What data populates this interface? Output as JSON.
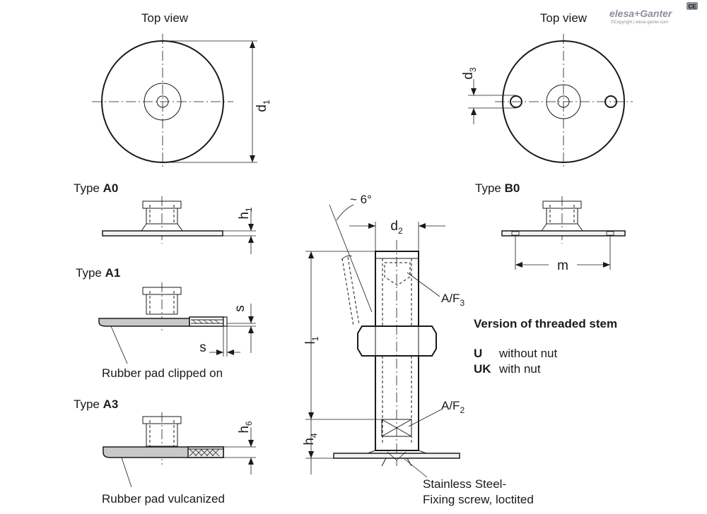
{
  "labels": {
    "top_view_left": "Top view",
    "top_view_right": "Top view",
    "type_a0_prefix": "Type ",
    "type_a0_code": "A0",
    "type_a1_prefix": "Type ",
    "type_a1_code": "A1",
    "type_a3_prefix": "Type ",
    "type_a3_code": "A3",
    "type_b0_prefix": "Type ",
    "type_b0_code": "B0",
    "rubber_clipped": "Rubber pad clipped on",
    "rubber_vulcanized": "Rubber pad vulcanized",
    "stainless_line1": "Stainless Steel-",
    "stainless_line2": "Fixing screw, loctited"
  },
  "dimensions": {
    "d1": {
      "main": "d",
      "sub": "1"
    },
    "d2": {
      "main": "d",
      "sub": "2"
    },
    "d3": {
      "main": "d",
      "sub": "3"
    },
    "h1": {
      "main": "h",
      "sub": "1"
    },
    "h4": {
      "main": "h",
      "sub": "4"
    },
    "h6": {
      "main": "h",
      "sub": "6"
    },
    "l1": {
      "main": "l",
      "sub": "1"
    },
    "s_vertical": "s",
    "s_horizontal": "s",
    "m": "m",
    "angle": "~ 6°",
    "af3": {
      "main": "A/F",
      "sub": "3"
    },
    "af2": {
      "main": "A/F",
      "sub": "2"
    }
  },
  "stem_versions": {
    "title": "Version of threaded stem",
    "items": [
      {
        "code": "U",
        "text": "without nut"
      },
      {
        "code": "UK",
        "text": "with nut"
      }
    ]
  },
  "logo": {
    "brand": "elesa+Ganter",
    "copyright": "©Copyright | elesa-ganter.com",
    "mark": "CE"
  }
}
